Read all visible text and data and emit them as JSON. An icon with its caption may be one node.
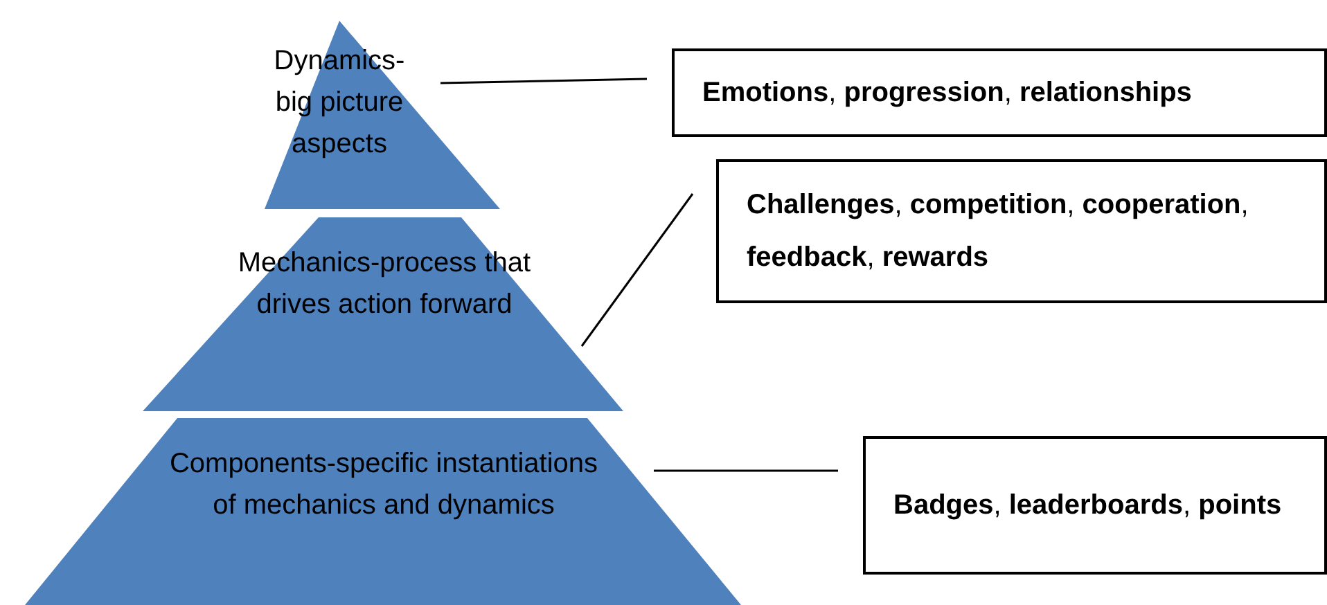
{
  "diagram": {
    "nodes": [
      {
        "text": [
          "Dynamics-big picture aspects"
        ]
      },
      {
        "text": [
          "**Emotions**, **progression**, **relationships**"
        ]
      },
      {
        "text": [
          "Mechanics-process that drives action forward"
        ]
      },
      {
        "text": [
          "**Challenges**, **competition**, **cooperation**, **feedback**, **rewards**"
        ]
      },
      {
        "text": [
          "Components-specific instantiations of mechanics and dynamics"
        ]
      },
      {
        "text": [
          "**Badges**, **leaderboards**, **points**"
        ]
      }
    ],
    "edges": [
      {
        "from": 0,
        "to": 1,
        "arrow": "none"
      },
      {
        "from": 2,
        "to": 3,
        "arrow": "none"
      },
      {
        "from": 4,
        "to": 5,
        "arrow": "none"
      }
    ]
  }
}
